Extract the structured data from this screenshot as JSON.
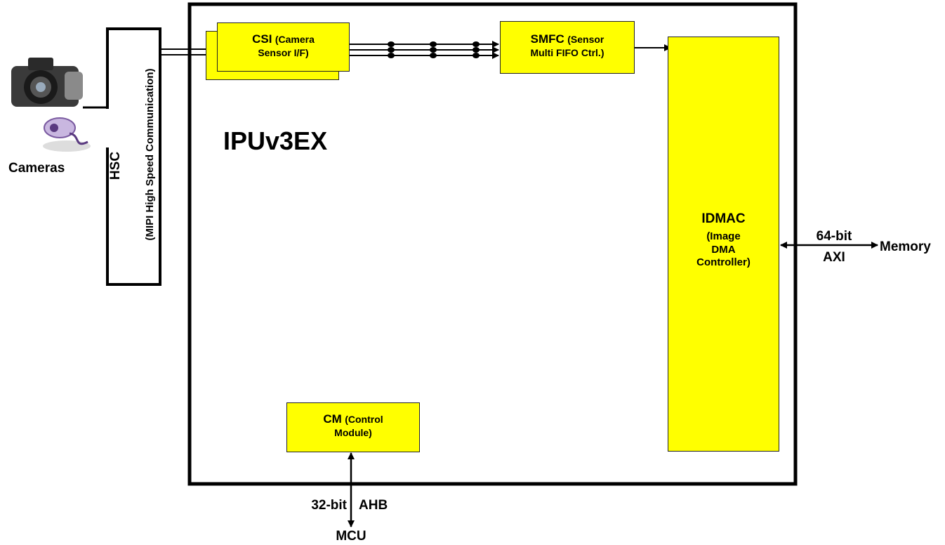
{
  "colors": {
    "block_fill": "#ffff00",
    "outline": "#000000"
  },
  "ipu": {
    "title": "IPUv3EX"
  },
  "cameras": {
    "label": "Cameras",
    "icons": [
      "camera-icon",
      "webcam-icon"
    ]
  },
  "hsc": {
    "title": "HSC",
    "subtitle": "(MIPI High Speed Communication)"
  },
  "csi": {
    "name": "CSI",
    "desc_line1": "(Camera",
    "desc_line2": "Sensor I/F)"
  },
  "smfc": {
    "name": "SMFC",
    "desc_line1": "(Sensor",
    "desc_line2": "Multi FIFO Ctrl.)"
  },
  "idmac": {
    "name": "IDMAC",
    "line1": "(Image",
    "line2": "DMA",
    "line3": "Controller)"
  },
  "cm": {
    "name": "CM",
    "desc_line1": "(Control",
    "desc_line2": "Module)"
  },
  "memory_link": {
    "bus_width": "64-bit",
    "bus_type": "AXI",
    "target": "Memory"
  },
  "mcu_link": {
    "bus_width": "32-bit",
    "bus_type": "AHB",
    "target": "MCU"
  }
}
